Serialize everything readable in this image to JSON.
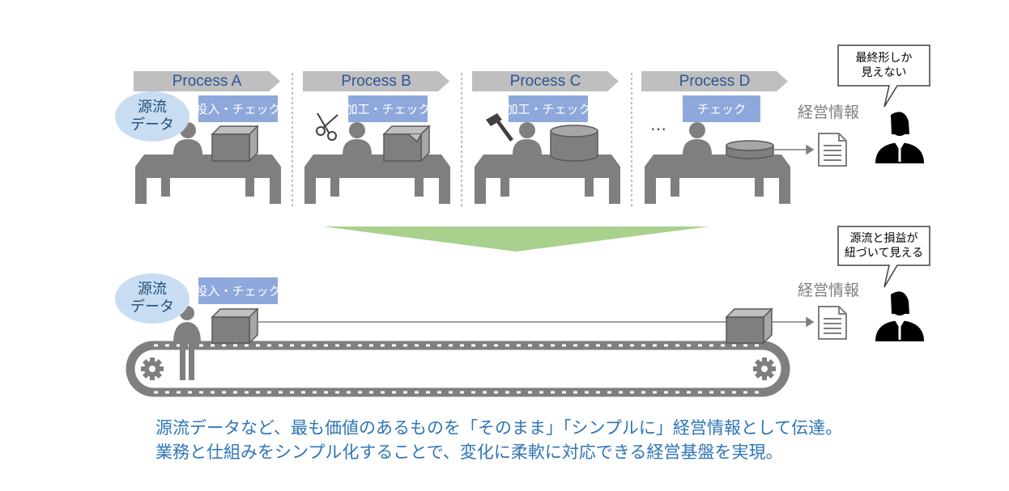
{
  "processes": [
    {
      "name": "Process A",
      "task": "投入・チェック"
    },
    {
      "name": "Process B",
      "task": "加工・チェック"
    },
    {
      "name": "Process C",
      "task": "加工・チェック"
    },
    {
      "name": "Process D",
      "task": "チェック"
    }
  ],
  "source_data": "源流\nデータ",
  "source_data_lines": [
    "源流",
    "データ"
  ],
  "management_info": "経営情報",
  "bubble_top_lines": [
    "最終形しか",
    "見えない"
  ],
  "bubble_bottom_lines": [
    "源流と損益が",
    "紐づいて見える"
  ],
  "lower_task": "投入・チェック",
  "ellipsis": "…",
  "summary_lines": [
    "源流データなど、最も価値のあるものを「そのまま」「シンプルに」経営情報として伝達。",
    "業務と仕組みをシンプル化することで、変化に柔軟に対応できる経営基盤を実現。"
  ],
  "colors": {
    "header_arrow": "#BFBFBF",
    "header_text": "#2F5597",
    "task_tag": "#8EA8DB",
    "cloud": "#C9DDF2",
    "transition_arrow": "#A9D18E",
    "machine_gray": "#7F7F7F",
    "summary_text": "#2E75B6"
  }
}
